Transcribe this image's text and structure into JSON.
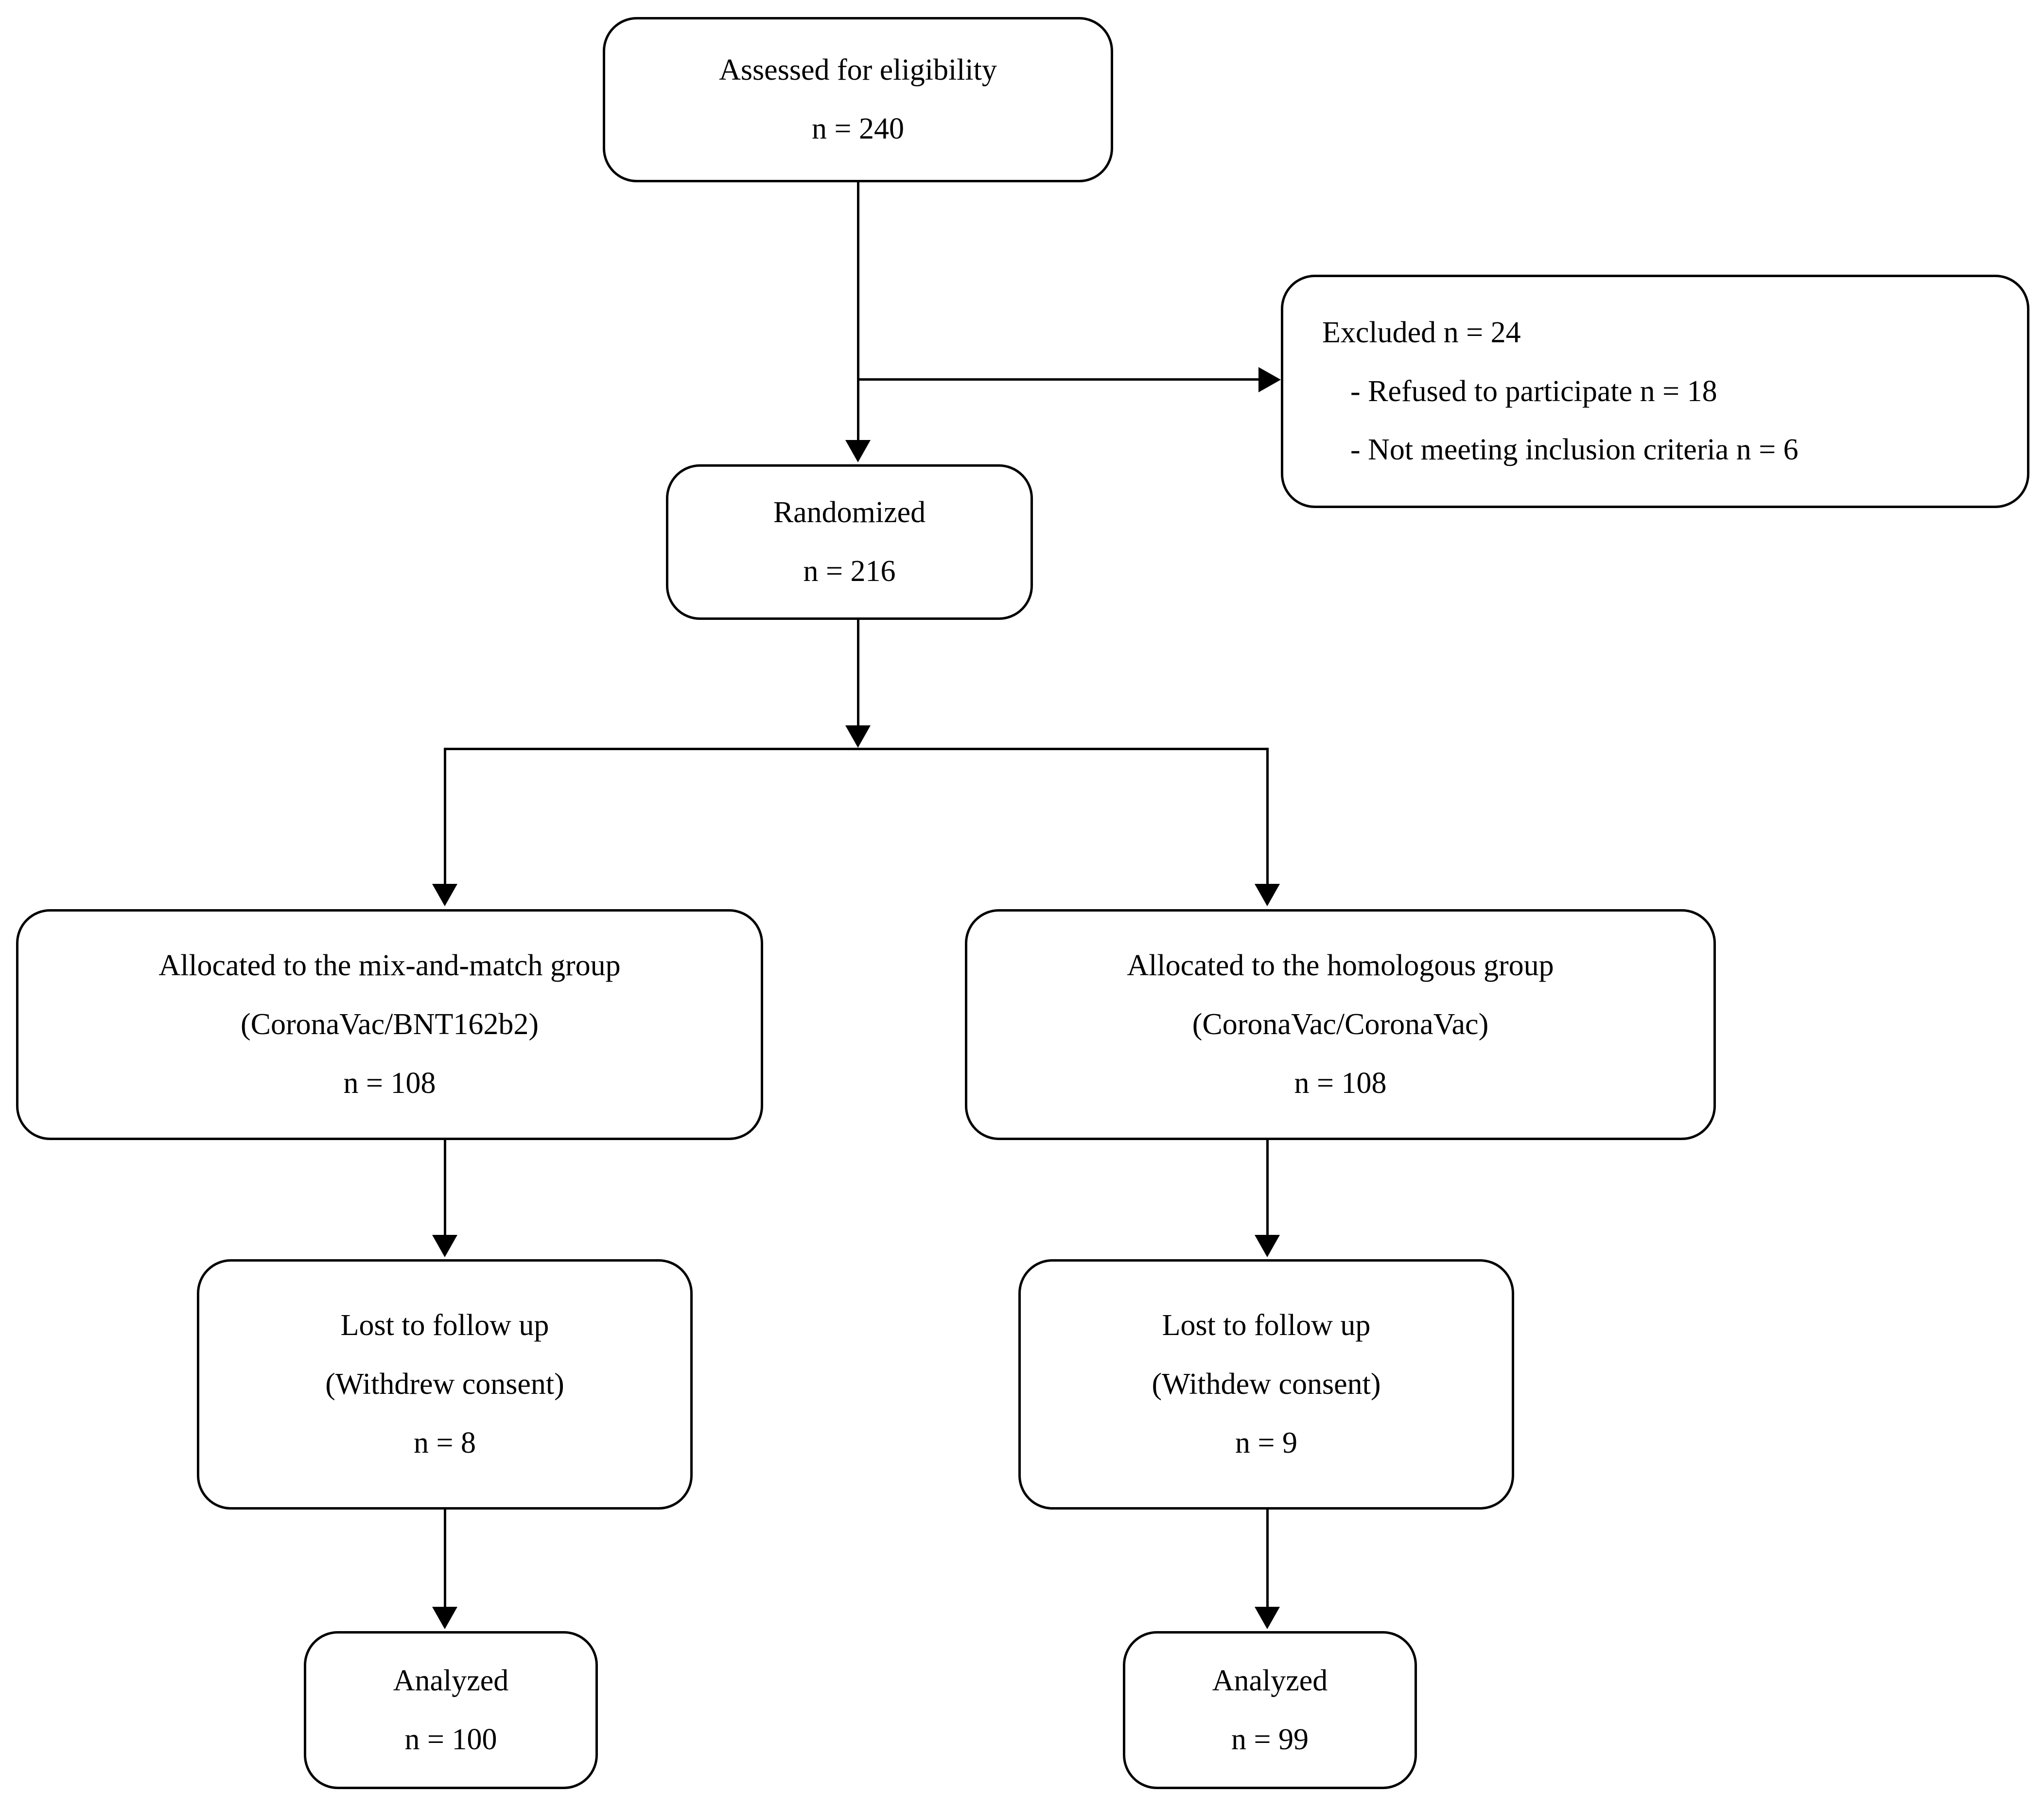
{
  "diagram": {
    "type": "consort-flow-diagram",
    "nodes": {
      "assessed": {
        "line1": "Assessed for eligibility",
        "line2": "n = 240"
      },
      "excluded": {
        "line1": "Excluded n = 24",
        "line2": "- Refused to participate n = 18",
        "line3": "- Not meeting inclusion criteria n = 6"
      },
      "randomized": {
        "line1": "Randomized",
        "line2": "n = 216"
      },
      "allocated_left": {
        "line1": "Allocated to the mix-and-match group",
        "line2": "(CoronaVac/BNT162b2)",
        "line3": "n = 108"
      },
      "allocated_right": {
        "line1": "Allocated to the homologous group",
        "line2": "(CoronaVac/CoronaVac)",
        "line3": "n = 108"
      },
      "lost_left": {
        "line1": "Lost to follow up",
        "line2": "(Withdrew consent)",
        "line3": "n = 8"
      },
      "lost_right": {
        "line1": "Lost to follow up",
        "line2": "(Withdew consent)",
        "line3": "n = 9"
      },
      "analyzed_left": {
        "line1": "Analyzed",
        "line2": "n = 100"
      },
      "analyzed_right": {
        "line1": "Analyzed",
        "line2": "n = 99"
      }
    },
    "colors": {
      "stroke": "#000000",
      "fill": "#ffffff",
      "text": "#000000"
    }
  }
}
